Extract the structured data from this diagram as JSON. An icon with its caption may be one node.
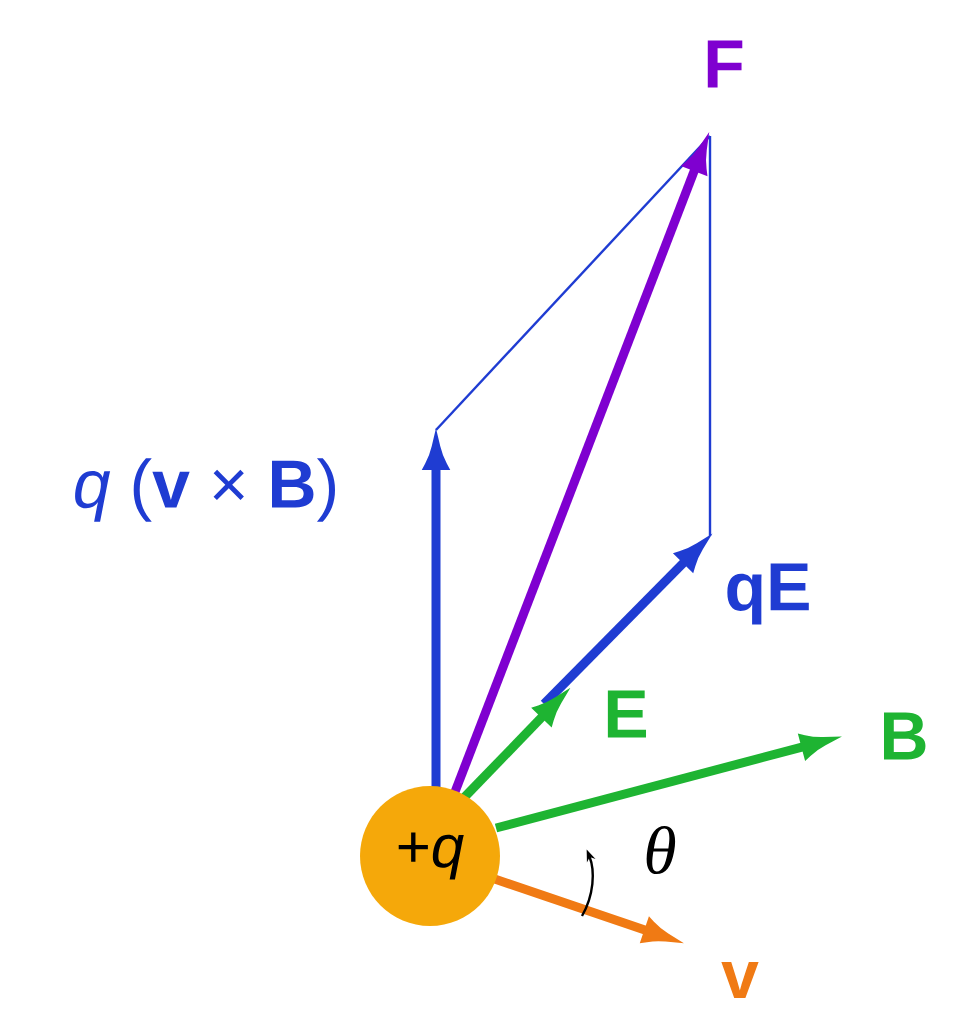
{
  "diagram": {
    "nodes": [
      {
        "text": [
          "+*q*"
        ]
      }
    ],
    "labels": [
      "F",
      "*q* (**v** × **B**)",
      "qE",
      "E",
      "B",
      "θ",
      "v"
    ]
  }
}
